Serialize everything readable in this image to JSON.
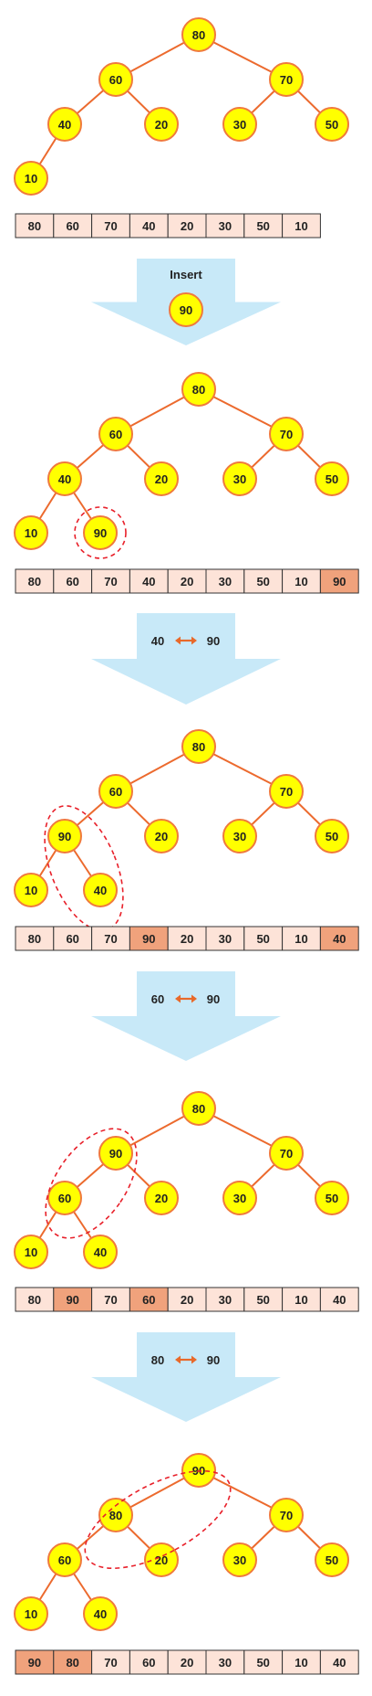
{
  "colors": {
    "node_fill": "#ffff00",
    "node_stroke": "#f07a3c",
    "edge": "#ec6a2e",
    "cell_fill": "#fde3d8",
    "cell_highlight": "#f0a27c",
    "arrow_fill": "#c8e9f8",
    "swap_icon": "#e8692a",
    "highlight_ellipse": "#e8202a"
  },
  "stages": [
    {
      "tree": [
        "80",
        "60",
        "70",
        "40",
        "20",
        "30",
        "50",
        "10"
      ],
      "array": [
        "80",
        "60",
        "70",
        "40",
        "20",
        "30",
        "50",
        "10"
      ],
      "highlighted_cells": []
    },
    {
      "tree": [
        "80",
        "60",
        "70",
        "40",
        "20",
        "30",
        "50",
        "10",
        "90"
      ],
      "array": [
        "80",
        "60",
        "70",
        "40",
        "20",
        "30",
        "50",
        "10",
        "90"
      ],
      "highlighted_cells": [
        8
      ],
      "circled_nodes": [
        8
      ]
    },
    {
      "tree": [
        "80",
        "60",
        "70",
        "90",
        "20",
        "30",
        "50",
        "10",
        "40"
      ],
      "array": [
        "80",
        "60",
        "70",
        "90",
        "20",
        "30",
        "50",
        "10",
        "40"
      ],
      "highlighted_cells": [
        3,
        8
      ],
      "circled_nodes": [
        3,
        8
      ]
    },
    {
      "tree": [
        "80",
        "90",
        "70",
        "60",
        "20",
        "30",
        "50",
        "10",
        "40"
      ],
      "array": [
        "80",
        "90",
        "70",
        "60",
        "20",
        "30",
        "50",
        "10",
        "40"
      ],
      "highlighted_cells": [
        1,
        3
      ],
      "circled_nodes": [
        1,
        3
      ]
    },
    {
      "tree": [
        "90",
        "80",
        "70",
        "60",
        "20",
        "30",
        "50",
        "10",
        "40"
      ],
      "array": [
        "90",
        "80",
        "70",
        "60",
        "20",
        "30",
        "50",
        "10",
        "40"
      ],
      "highlighted_cells": [
        0,
        1
      ],
      "circled_nodes": [
        0,
        1
      ]
    }
  ],
  "transitions": [
    {
      "kind": "insert",
      "label": "Insert",
      "value": "90"
    },
    {
      "kind": "swap",
      "left": "40",
      "right": "90",
      "icon": "swap-arrow-icon"
    },
    {
      "kind": "swap",
      "left": "60",
      "right": "90",
      "icon": "swap-arrow-icon"
    },
    {
      "kind": "swap",
      "left": "80",
      "right": "90",
      "icon": "swap-arrow-icon"
    }
  ]
}
